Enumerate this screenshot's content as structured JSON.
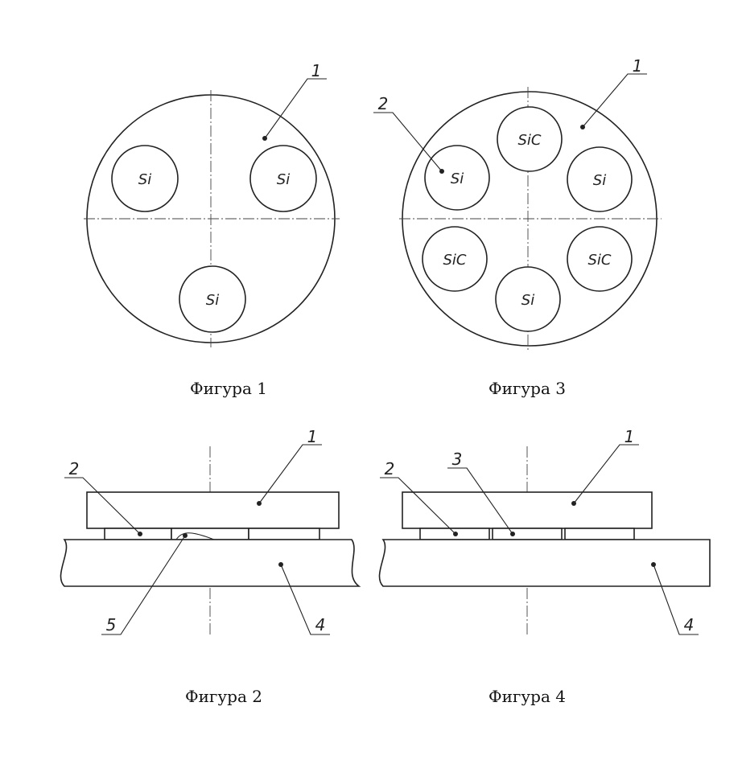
{
  "figures": {
    "fig1": {
      "caption": "Фигура 1",
      "labels": [
        "Si",
        "Si",
        "Si"
      ],
      "callout_1": "1"
    },
    "fig3": {
      "caption": "Фигура 3",
      "labels": [
        "SiC",
        "Si",
        "SiC",
        "Si",
        "SiC",
        "Si"
      ],
      "callout_1": "1",
      "callout_2": "2"
    },
    "fig2": {
      "caption": "Фигура 2",
      "callout_1": "1",
      "callout_2": "2",
      "callout_4": "4",
      "callout_5": "5"
    },
    "fig4": {
      "caption": "Фигура 4",
      "callout_1": "1",
      "callout_2": "2",
      "callout_3": "3",
      "callout_4": "4"
    }
  }
}
